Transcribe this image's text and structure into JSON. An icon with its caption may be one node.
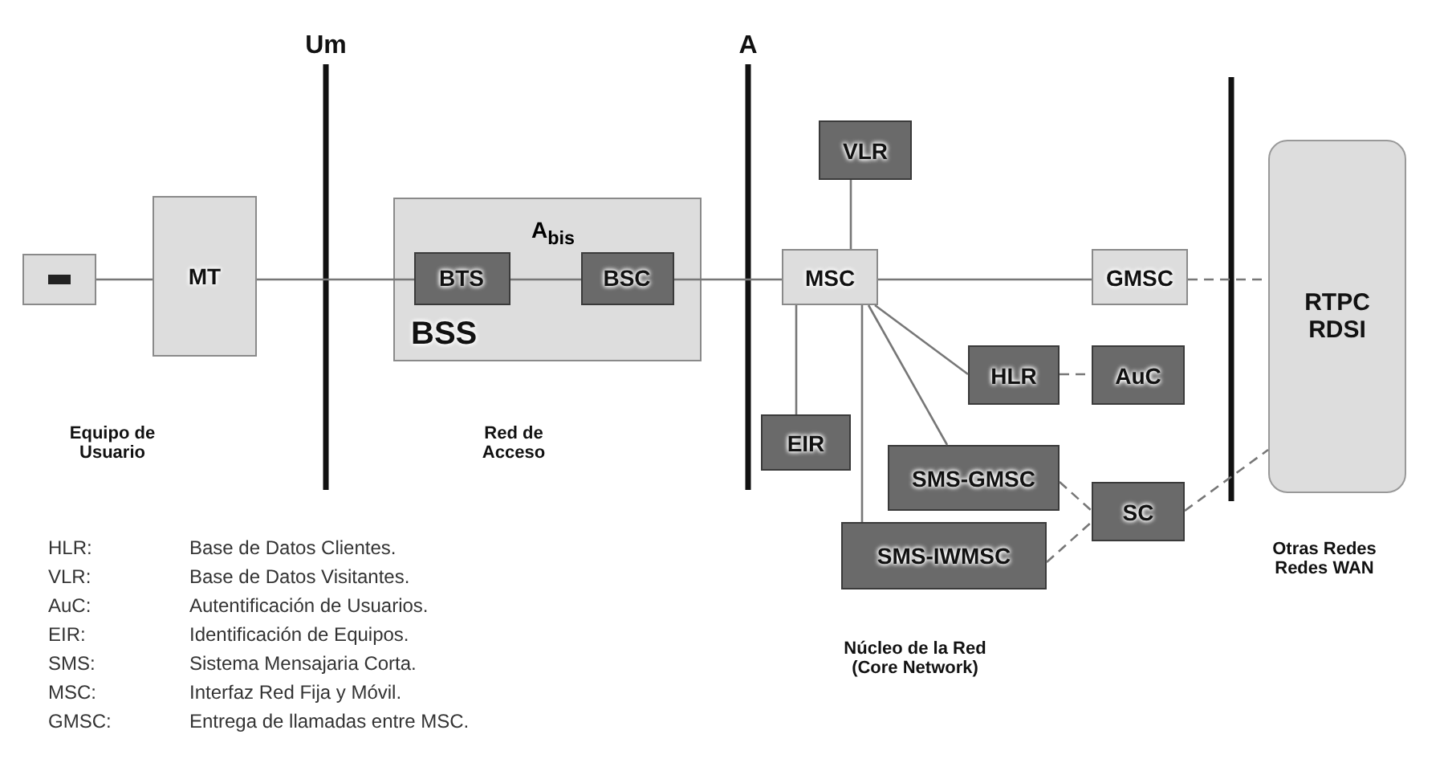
{
  "diagram": {
    "nodes": [
      {
        "text": [],
        "shape": "box"
      },
      {
        "text": [
          "MT"
        ]
      },
      {
        "text": [
          "BSS"
        ]
      },
      {
        "text": [
          "BTS"
        ],
        "in": 2
      },
      {
        "text": [
          "BSC"
        ],
        "in": 2
      },
      {
        "text": [
          "VLR"
        ]
      },
      {
        "text": [
          "MSC"
        ]
      },
      {
        "text": [
          "GMSC"
        ]
      },
      {
        "text": [
          "RTPC RDSI"
        ]
      },
      {
        "text": [
          "HLR"
        ]
      },
      {
        "text": [
          "AuC"
        ]
      },
      {
        "text": [
          "EIR"
        ]
      },
      {
        "text": [
          "SMS-GMSC"
        ]
      },
      {
        "text": [
          "SMS-IWMSC"
        ]
      },
      {
        "text": [
          "SC"
        ]
      }
    ],
    "edges": [
      {
        "from": 0,
        "to": 1,
        "arrow": "none"
      },
      {
        "from": 1,
        "to": 3,
        "arrow": "none"
      },
      {
        "from": 3,
        "to": 4,
        "arrow": "none",
        "label": "A$_{bis}$"
      },
      {
        "from": 4,
        "to": 6,
        "arrow": "none"
      },
      {
        "from": 5,
        "to": 6,
        "arrow": "none"
      },
      {
        "from": 6,
        "to": 7,
        "arrow": "none"
      },
      {
        "from": 7,
        "to": 8,
        "arrow": "none",
        "style": "dashed"
      },
      {
        "from": 6,
        "to": 9,
        "arrow": "none"
      },
      {
        "from": 6,
        "to": 11,
        "arrow": "none"
      },
      {
        "from": 6,
        "to": 12,
        "arrow": "none"
      },
      {
        "from": 6,
        "to": 13,
        "arrow": "none"
      },
      {
        "from": 9,
        "to": 10,
        "arrow": "none",
        "style": "dashed"
      },
      {
        "from": 12,
        "to": 14,
        "arrow": "none",
        "style": "dashed"
      },
      {
        "from": 13,
        "to": 14,
        "arrow": "none",
        "style": "dashed"
      },
      {
        "from": 14,
        "to": 8,
        "arrow": "none",
        "style": "dashed"
      }
    ],
    "labels": [
      "Um",
      "A",
      "Equipo de Usuario",
      "Red de Acceso",
      "Otras Redes Redes WAN",
      "Núcleo de la Red (Core Network)",
      "HLR:",
      "Base de Datos Clientes.",
      "VLR:",
      "Base de Datos Visitantes.",
      "AuC:",
      "Autentificación de Usuarios.",
      "EIR:",
      "Identificación de Equipos.",
      "SMS:",
      "Sistema Mensajaria Corta.",
      "MSC:",
      "Interfaz Red Fija y Móvil.",
      "GMSC:",
      "Entrega de llamadas entre MSC."
    ]
  }
}
